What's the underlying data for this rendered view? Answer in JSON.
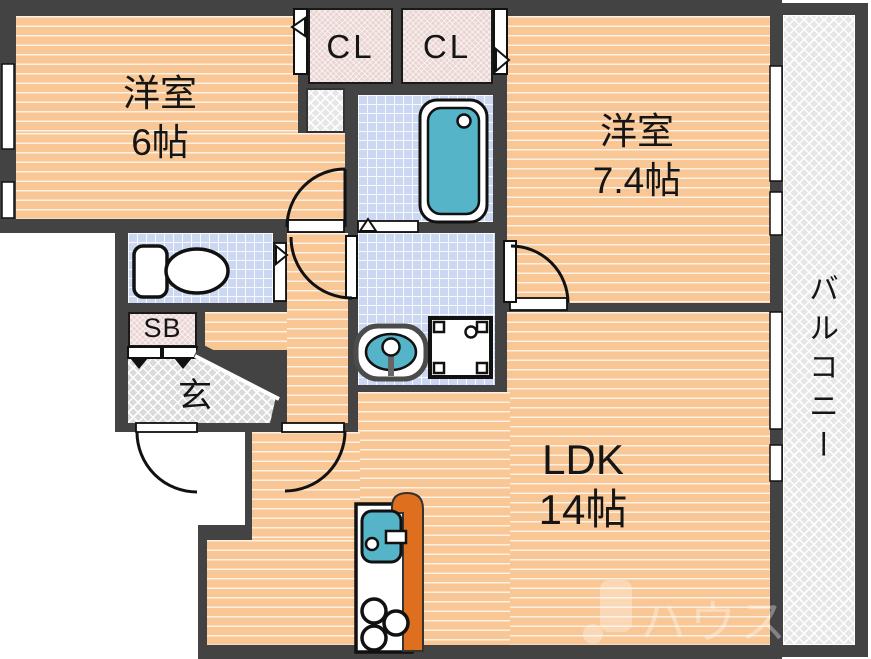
{
  "type": "japanese-apartment-floor-plan",
  "plan": {
    "rooms": {
      "western6": {
        "label": "洋室",
        "size": "6帖"
      },
      "western74": {
        "label": "洋室",
        "size": "7.4帖"
      },
      "ldk": {
        "label": "LDK",
        "size": "14帖"
      },
      "closet_left": {
        "label": "CL"
      },
      "closet_right": {
        "label": "CL"
      },
      "shoe_box": {
        "label": "SB"
      },
      "entrance": {
        "label": "玄"
      },
      "balcony": {
        "label": "バルコニー"
      }
    },
    "fixtures": [
      "bathtub",
      "toilet",
      "washbasin",
      "washing-machine-pan",
      "kitchen-sink",
      "gas-stove"
    ],
    "colors": {
      "wall": "#434343",
      "room_floor": "#f8c795",
      "wet_area_tile": "#ccd8f2",
      "closet_fill": "#ead5d3",
      "balcony_fill": "#e6e6e6",
      "fixture_teal": "#56b4c8",
      "kitchen_accent": "#dd6f1e"
    },
    "watermark": {
      "label": "ハウス"
    }
  }
}
